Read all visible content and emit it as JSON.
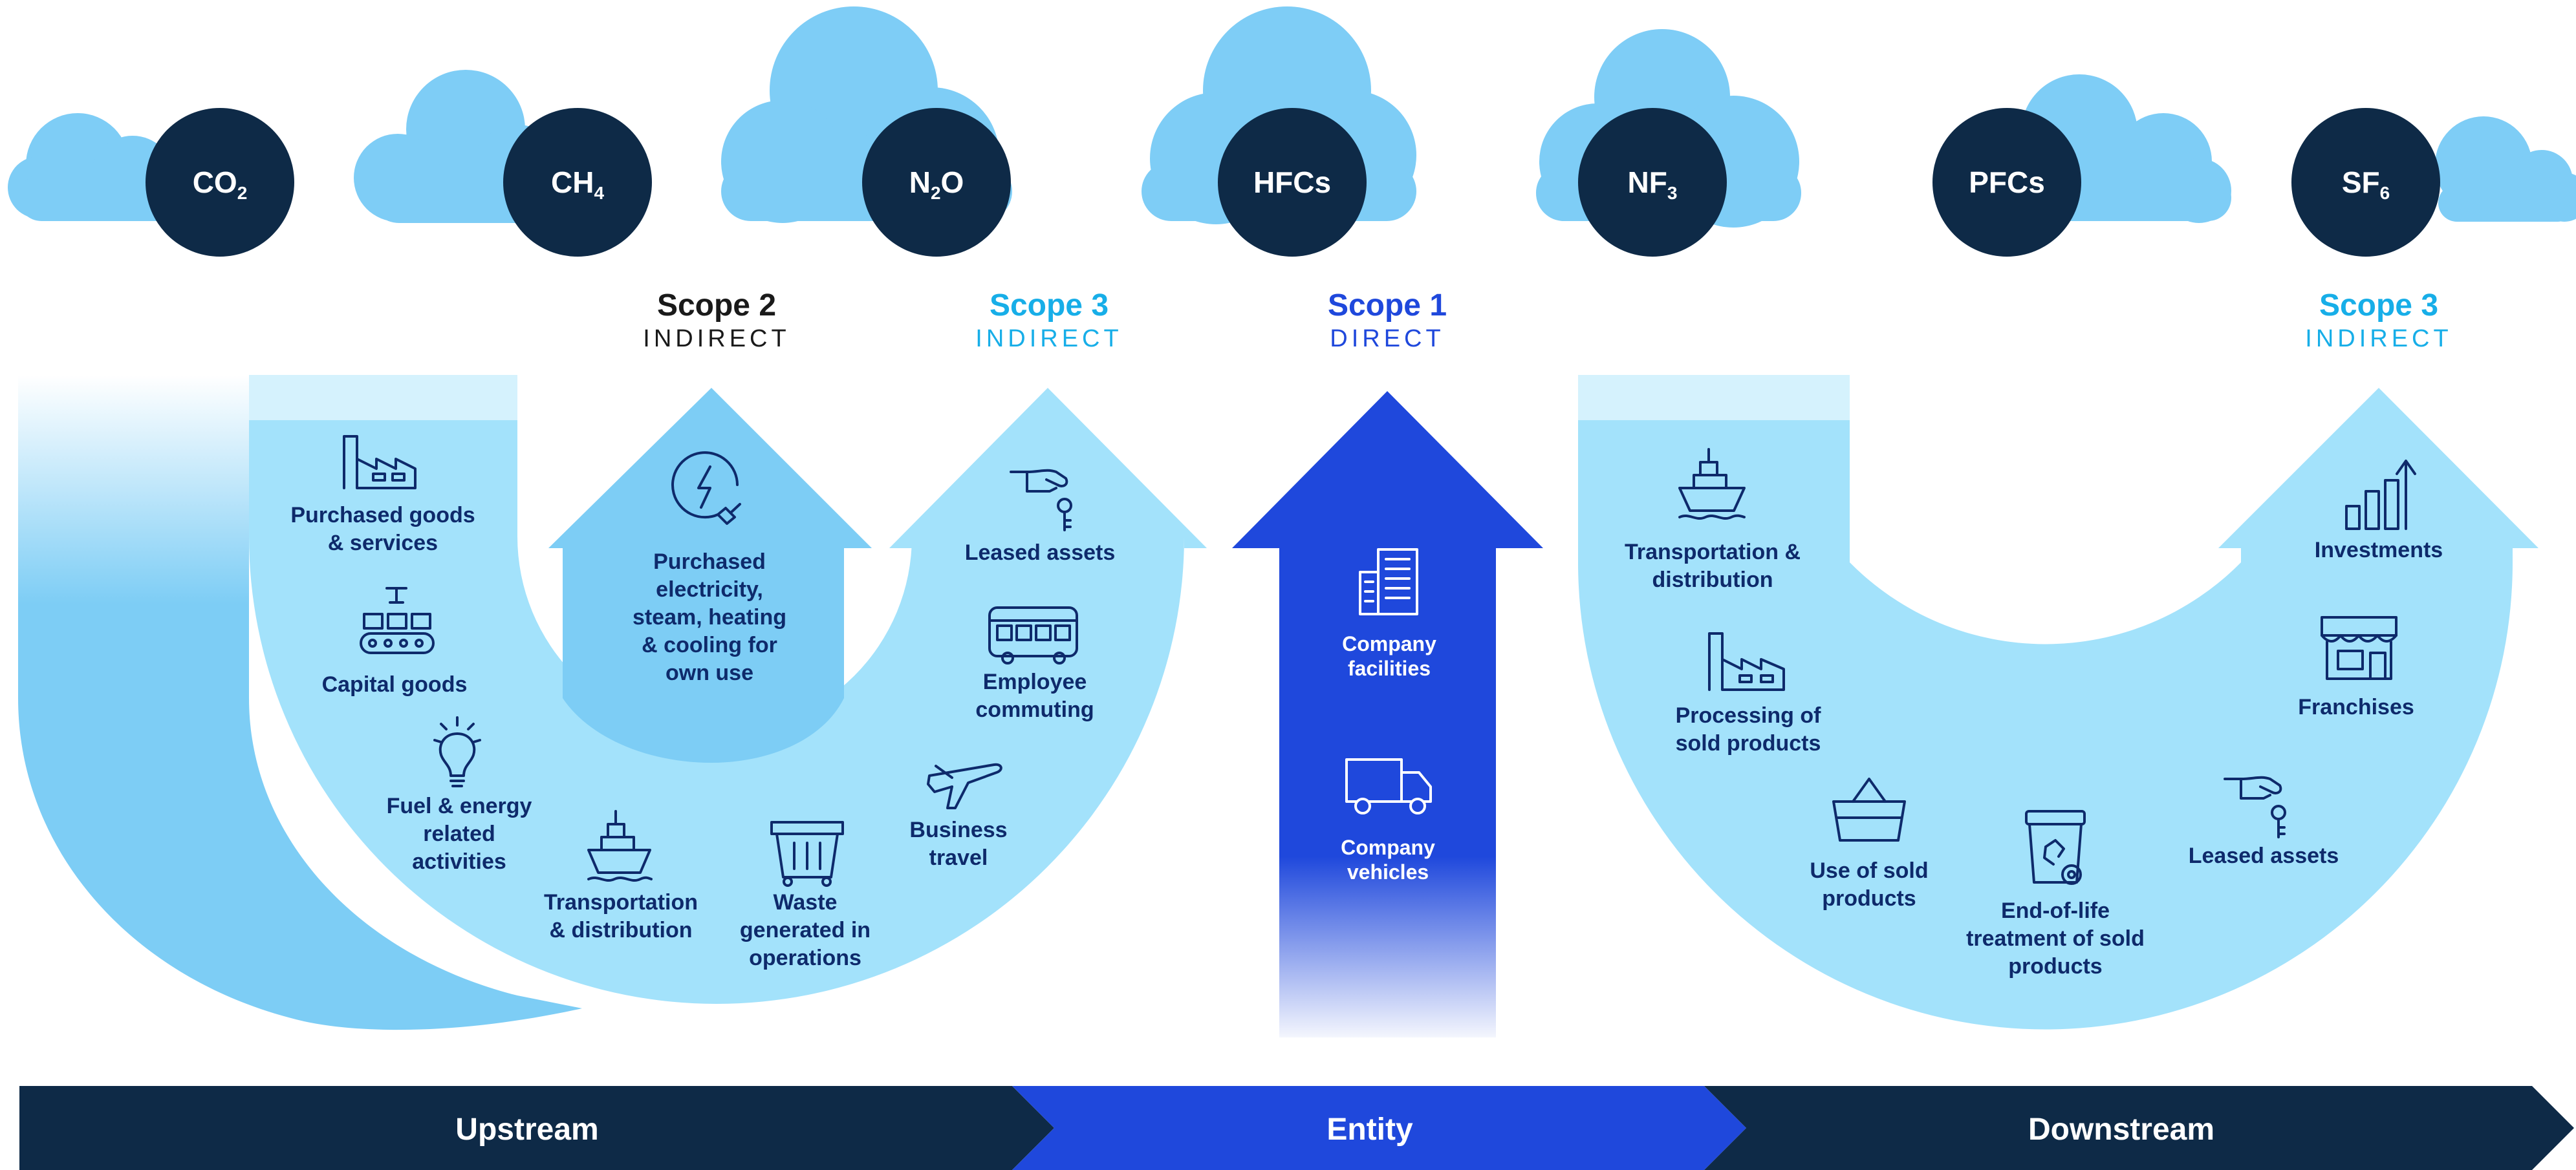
{
  "gases": [
    {
      "main": "CO",
      "sub": "2"
    },
    {
      "main": "CH",
      "sub": "4"
    },
    {
      "main": "N",
      "sub": "2",
      "tail": "O"
    },
    {
      "main": "HFCs",
      "sub": ""
    },
    {
      "main": "NF",
      "sub": "3"
    },
    {
      "main": "PFCs",
      "sub": ""
    },
    {
      "main": "SF",
      "sub": "6"
    }
  ],
  "scopes": {
    "scope2": {
      "title": "Scope 2",
      "subtitle": "INDIRECT"
    },
    "scope3_up": {
      "title": "Scope 3",
      "subtitle": "INDIRECT"
    },
    "scope1": {
      "title": "Scope 1",
      "subtitle": "DIRECT"
    },
    "scope3_down": {
      "title": "Scope 3",
      "subtitle": "INDIRECT"
    }
  },
  "upstream_categories": {
    "purchased_goods": [
      "Purchased goods",
      "& services"
    ],
    "capital_goods": [
      "Capital goods"
    ],
    "fuel_energy": [
      "Fuel & energy",
      "related",
      "activities"
    ],
    "transportation": [
      "Transportation",
      "& distribution"
    ],
    "waste": [
      "Waste",
      "generated in",
      "operations"
    ],
    "business_travel": [
      "Business",
      "travel"
    ],
    "employee_commuting": [
      "Employee",
      "commuting"
    ],
    "leased_assets": [
      "Leased assets"
    ]
  },
  "scope2_category": [
    "Purchased",
    "electricity,",
    "steam, heating",
    "& cooling for",
    "own use"
  ],
  "entity_categories": {
    "facilities": [
      "Company",
      "facilities"
    ],
    "vehicles": [
      "Company",
      "vehicles"
    ]
  },
  "downstream_categories": {
    "transportation": [
      "Transportation &",
      "distribution"
    ],
    "processing": [
      "Processing of",
      "sold products"
    ],
    "use_of_sold": [
      "Use of sold",
      "products"
    ],
    "end_of_life": [
      "End-of-life",
      "treatment of sold",
      "products"
    ],
    "leased_assets": [
      "Leased assets"
    ],
    "franchises": [
      "Franchises"
    ],
    "investments": [
      "Investments"
    ]
  },
  "stages": {
    "upstream": "Upstream",
    "entity": "Entity",
    "downstream": "Downstream"
  },
  "colors": {
    "navy": "#0e2a47",
    "cloud": "#7ecdf6",
    "light_blue": "#a3e2fb",
    "mid_blue": "#7dcdf5",
    "royal_blue": "#1f48dc",
    "scope2_text": "#1a1a1a",
    "scope3_text": "#17aee8",
    "scope1_text": "#1f48dc"
  }
}
